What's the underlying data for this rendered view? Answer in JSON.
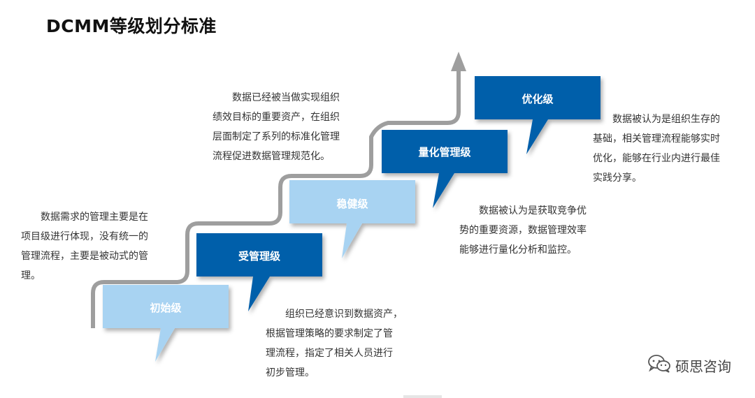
{
  "title": "DCMM等级划分标准",
  "levels": [
    {
      "label": "初始级",
      "color": "#a8d3f2",
      "text_color": "#ffffff"
    },
    {
      "label": "受管理级",
      "color": "#005eaa",
      "text_color": "#ffffff"
    },
    {
      "label": "稳健级",
      "color": "#a8d3f2",
      "text_color": "#ffffff"
    },
    {
      "label": "量化管理级",
      "color": "#005eaa",
      "text_color": "#ffffff"
    },
    {
      "label": "优化级",
      "color": "#005eaa",
      "text_color": "#ffffff"
    }
  ],
  "descriptions": [
    {
      "lines": [
        "数据需求的管理主要是在",
        "项目级进行体现，没有统一的",
        "管理流程，主要是被动式的管",
        "理。"
      ]
    },
    {
      "lines": [
        "组织已经意识到数据资产，",
        "根据管理策略的要求制定了管",
        "理流程，指定了相关人员进行",
        "初步管理。"
      ]
    },
    {
      "lines": [
        "数据已经被当做实现组织",
        "绩效目标的重要资产，在组织",
        "层面制定了系列的标准化管理",
        "流程促进数据管理规范化。"
      ]
    },
    {
      "lines": [
        "数据被认为是获取竞争优",
        "势的重要资源，数据管理效率",
        "能够进行量化分析和监控。"
      ]
    },
    {
      "lines": [
        "数据被认为是组织生存的",
        "基础，相关管理流程能够实时",
        "优化，能够在行业内进行最佳",
        "实践分享。"
      ]
    }
  ],
  "watermark": {
    "text": "硕思咨询",
    "icon": "wechat-icon"
  },
  "colors": {
    "staircase_line": "#9e9e9e",
    "light_block": "#a8d3f2",
    "dark_block": "#005eaa"
  }
}
